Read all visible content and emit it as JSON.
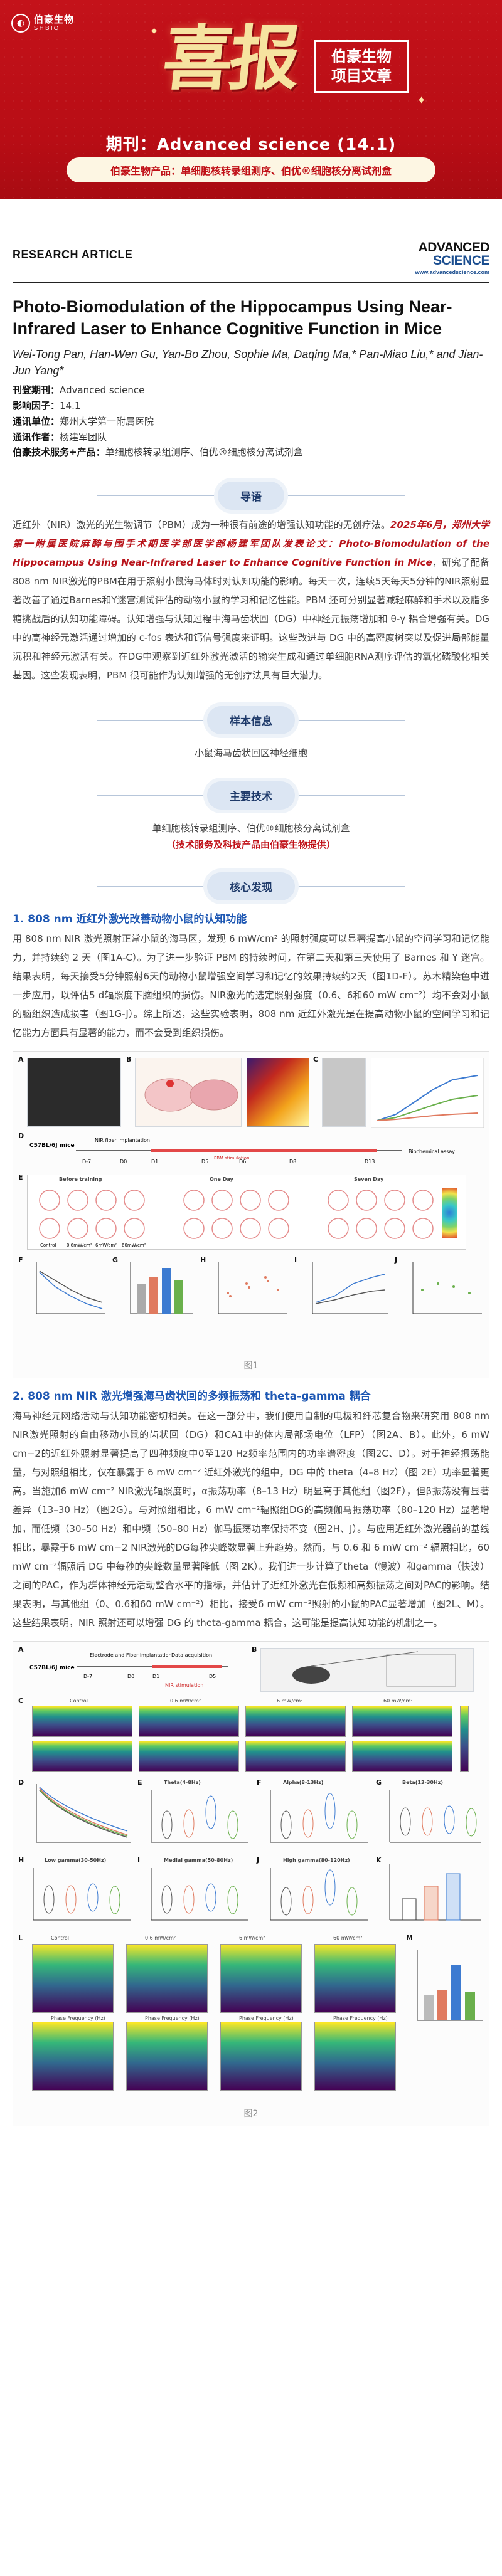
{
  "banner": {
    "logo_cn": "伯豪生物",
    "logo_en": "SHBIO",
    "title_big": "喜报",
    "title_side_1": "伯豪生物",
    "title_side_2": "项目文章",
    "journal_line": "期刊：Advanced science (14.1)",
    "product_line": "伯豪生物产品：单细胞核转录组测序、伯优®细胞核分离试剂盒"
  },
  "article": {
    "label": "RESEARCH ARTICLE",
    "journal_logo_1": "ADVANCED",
    "journal_logo_2": "SCIENCE",
    "journal_url": "www.advancedscience.com",
    "title": "Photo-Biomodulation of the Hippocampus Using Near-Infrared Laser to Enhance Cognitive Function in Mice",
    "authors": "Wei-Tong Pan, Han-Wen Gu, Yan-Bo Zhou, Sophie Ma, Daqing Ma,* Pan-Miao Liu,* and Jian-Jun Yang*",
    "info": [
      {
        "k": "刊登期刊：",
        "v": "Advanced science"
      },
      {
        "k": "影响因子：",
        "v": "14.1"
      },
      {
        "k": "通讯单位：",
        "v": "郑州大学第一附属医院"
      },
      {
        "k": "通讯作者：",
        "v": "杨建军团队"
      },
      {
        "k": "伯豪技术服务+产品：",
        "v": "单细胞核转录组测序、伯优®细胞核分离试剂盒"
      }
    ]
  },
  "sections": {
    "guide": "导语",
    "sample": "样本信息",
    "tech": "主要技术",
    "core": "核心发现"
  },
  "intro": {
    "p1": "近红外（NIR）激光的光生物调节（PBM）成为一种很有前途的增强认知功能的无创疗法。",
    "highlight": "2025年6月，郑州大学第一附属医院麻醉与围手术期医学部医学部杨建军团队发表论文：Photo-Biomodulation of the Hippocampus Using Near-Infrared Laser to Enhance Cognitive Function in Mice",
    "p2": "，研究了配备808 nm NIR激光的PBM在用于照射小鼠海马体时对认知功能的影响。每天一次，连续5天每天5分钟的NIR照射显著改善了通过Barnes和Y迷宫测试评估的动物小鼠的学习和记忆性能。PBM 还可分别显著减轻麻醉和手术以及脂多糖挑战后的认知功能障碍。认知增强与认知过程中海马齿状回（DG）中神经元振荡增加和 θ-γ 耦合增强有关。DG 中的高神经元激活通过增加的 c-fos 表达和钙信号强度来证明。这些改进与 DG 中的高密度树突以及促进局部能量沉积和神经元激活有关。在DG中观察到近红外激光激活的输突生成和通过单细胞RNA测序评估的氧化磷酸化相关基因。这些发现表明，PBM 很可能作为认知增强的无创疗法具有巨大潜力。"
  },
  "sample_text": "小鼠海马齿状回区神经细胞",
  "tech_text_1": "单细胞核转录组测序、伯优®细胞核分离试剂盒",
  "tech_text_2": "（技术服务及科技产品由伯豪生物提供）",
  "finding1": {
    "heading": "1. 808 nm 近红外激光改善动物小鼠的认知功能",
    "text": "用 808 nm NIR 激光照射正常小鼠的海马区，发现 6 mW/cm² 的照射强度可以显著提高小鼠的空间学习和记忆能力，并持续约 2 天（图1A-C）。为了进一步验证 PBM 的持续时间，在第二天和第三天使用了 Barnes 和 Y 迷宫。结果表明，每天接受5分钟照射6天的动物小鼠增强空间学习和记忆的效果持续约2天（图1D-F）。苏木精染色中进一步应用，以评估5 d辐照度下脑组织的损伤。NIR激光的选定照射强度（0.6、6和60 mW cm⁻²）均不会对小鼠的脑组织造成损害（图1G-J）。综上所述，这些实验表明，808 nm 近红外激光是在提高动物小鼠的空间学习和记忆能力方面具有显著的能力，而不会受到组织损伤。",
    "caption": "图1"
  },
  "finding2": {
    "heading": "2. 808 nm NIR 激光增强海马齿状回的多频振荡和 theta-gamma 耦合",
    "text": "海马神经元网络活动与认知功能密切相关。在这一部分中，我们使用自制的电极和纤芯复合物来研究用 808 nm NIR激光照射的自由移动小鼠的齿状回（DG）和CA1中的体内局部场电位（LFP）（图2A、B）。此外，6 mW cm−2的近红外照射显著提高了四种频度中0至120 Hz频率范围内的功率谱密度（图2C、D）。对于神经振荡能量，与对照组相比，仅在暴露于 6 mW cm⁻² 近红外激光的组中，DG 中的 theta（4–8 Hz）（图 2E）功率显著更高。当施加6 mW cm⁻² NIR激光辐照度时，α振荡功率（8–13 Hz）明显高于其他组（图2F），但β振荡没有显著差异（13–30 Hz）（图2G）。与对照组相比，6 mW cm⁻²辐照组DG的高频伽马振荡功率（80–120 Hz）显著增加，而低频（30–50 Hz）和中频（50–80 Hz）伽马振荡功率保持不变（图2H、J）。与应用近红外激光器前的基线相比，暴露于6 mW cm−2 NIR激光的DG每秒尖峰数显著上升趋势。然而，与 0.6 和 6 mW cm⁻² 辐照相比，60 mW cm⁻²辐照后 DG 中每秒的尖峰数量显著降低（图 2K）。我们进一步计算了theta（慢波）和gamma（快波）之间的PAC，作为群体神经元活动整合水平的指标，并估计了近红外激光在低频和高频振荡之间对PAC的影响。结果表明，与其他组（0、0.6和60 mW cm⁻²）相比，接受6 mW cm⁻²照射的小鼠的PAC显著增加（图2L、M）。这些结果表明，NIR 照射还可以增强 DG 的 theta-gamma 耦合，这可能是提高认知功能的机制之一。",
    "caption": "图2"
  },
  "fig1": {
    "labels": [
      "A",
      "B",
      "C",
      "D",
      "E",
      "F",
      "G",
      "H",
      "I",
      "J"
    ],
    "timeline": [
      "D-7",
      "D0",
      "D1",
      "D5",
      "D6",
      "D8",
      "D13"
    ],
    "timeline_title": "C57BL/6J mice",
    "nir_label": "NIR fiber implantation",
    "pbm_label": "PBM stimulation",
    "assay_label": "Biochemical assay",
    "tests": [
      "Before training",
      "One Day",
      "Seven Day"
    ],
    "groups": [
      "Control",
      "0.6mW/cm²",
      "6mW/cm²",
      "60mW/cm²"
    ]
  },
  "fig2": {
    "labels": [
      "A",
      "B",
      "C",
      "D",
      "E",
      "F",
      "G",
      "H",
      "I",
      "J",
      "K",
      "L",
      "M"
    ],
    "timeline": [
      "D-7",
      "D0",
      "D1",
      "D5"
    ],
    "timeline_title": "C57BL/6J mice",
    "electrode_label": "Electrode and Fiber implantation",
    "acq_label": "Data acquisition",
    "nir_label": "NIR stimulation",
    "spectro_titles": [
      "Control",
      "0.6 mW/cm²",
      "6 mW/cm²",
      "60 mW/cm²"
    ],
    "band_titles": [
      "Theta(4-8Hz)",
      "Alpha(8-13Hz)",
      "Beta(13-30Hz)",
      "Low gamma(30-50Hz)",
      "Medial gamma(50-80Hz)",
      "High gamma(80-120Hz)"
    ],
    "xaxis_label": "Phase Frequency (Hz)",
    "colors": {
      "control": "#555555",
      "low": "#e07a5f",
      "mid": "#3d7bd1",
      "high": "#6ab04c"
    }
  }
}
